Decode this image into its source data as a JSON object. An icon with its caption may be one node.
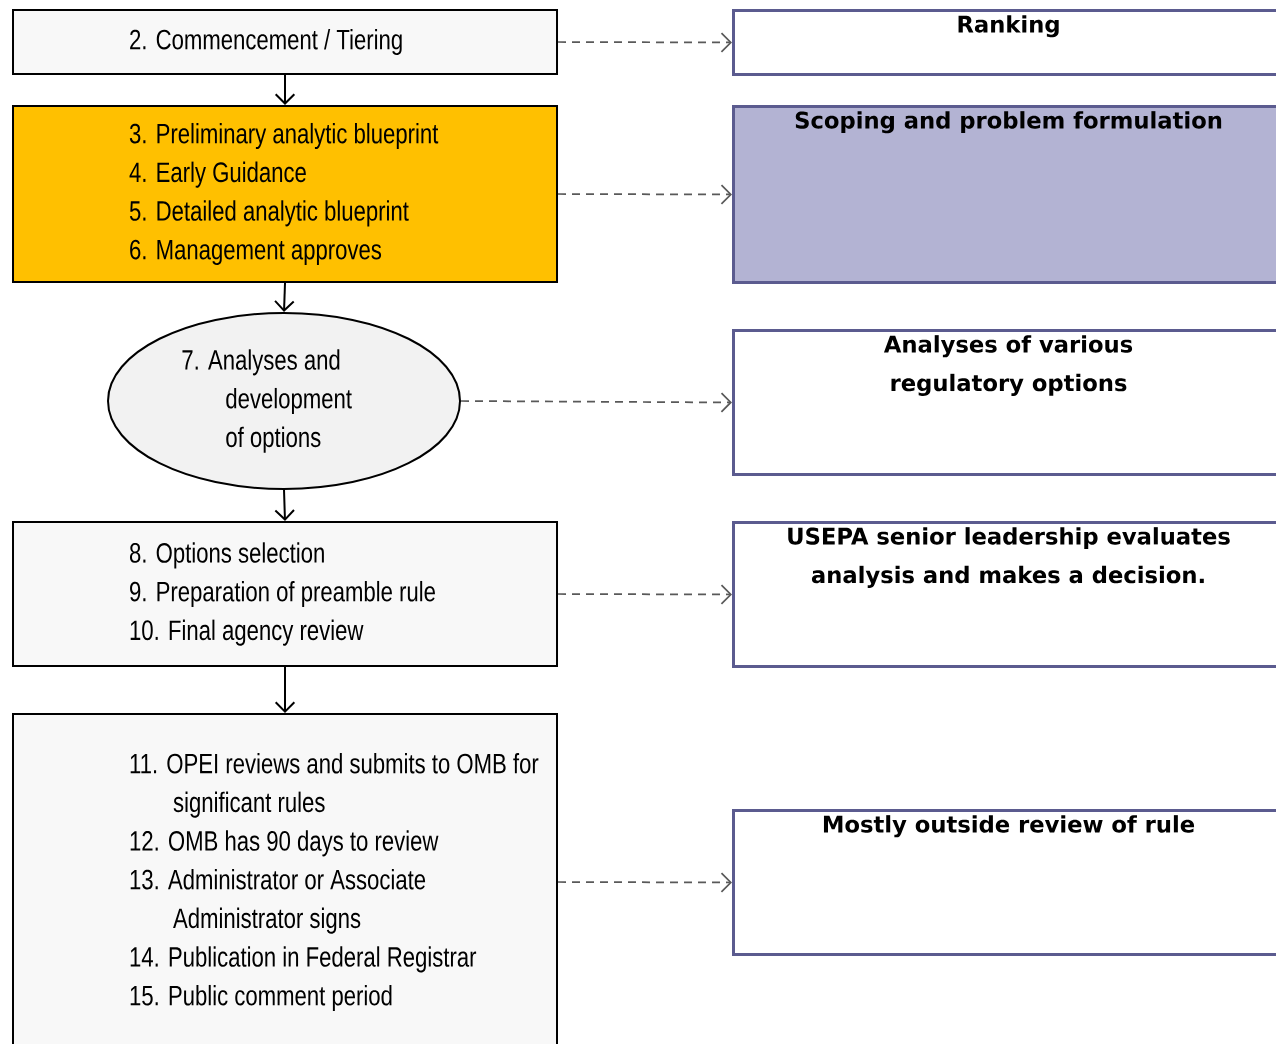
{
  "diagram": {
    "nodes": [
      {
        "text": [
          "2. Commencement / Tiering"
        ]
      },
      {
        "text": [
          "3. Preliminary analytic blueprint",
          "4. Early Guidance",
          "5. Detailed analytic blueprint",
          "6. Management approves"
        ]
      },
      {
        "text": [
          "7. Analyses and development of options"
        ]
      },
      {
        "text": [
          "8. Options selection",
          "9. Preparation of preamble rule",
          "10. Final agency review"
        ]
      },
      {
        "text": [
          "11. OPEI reviews and submits to OMB for significant rules",
          "12. OMB has 90 days to review",
          "13. Administrator or Associate Administrator signs",
          "14. Publication in Federal Registrar",
          "15. Public comment period"
        ]
      },
      {
        "text": [
          "Ranking"
        ]
      },
      {
        "text": [
          "Scoping and problem formulation"
        ]
      },
      {
        "text": [
          "Analyses of various regulatory options"
        ]
      },
      {
        "text": [
          "USEPA senior leadership evaluates analysis and makes a decision."
        ]
      },
      {
        "text": [
          "Mostly outside review of rule"
        ]
      }
    ],
    "edges": [
      {
        "from": 0,
        "to": 1,
        "arrow": "to"
      },
      {
        "from": 1,
        "to": 2,
        "arrow": "to"
      },
      {
        "from": 2,
        "to": 3,
        "arrow": "to"
      },
      {
        "from": 3,
        "to": 4,
        "arrow": "to"
      },
      {
        "from": 0,
        "to": 5,
        "arrow": "to",
        "style": "dashed",
        "color": "#595959"
      },
      {
        "from": 1,
        "to": 6,
        "arrow": "to",
        "style": "dashed",
        "color": "#595959"
      },
      {
        "from": 2,
        "to": 7,
        "arrow": "to",
        "style": "dashed",
        "color": "#595959"
      },
      {
        "from": 3,
        "to": 8,
        "arrow": "to",
        "style": "dashed",
        "color": "#595959"
      },
      {
        "from": 4,
        "to": 9,
        "arrow": "to",
        "style": "dashed",
        "color": "#595959"
      }
    ]
  }
}
